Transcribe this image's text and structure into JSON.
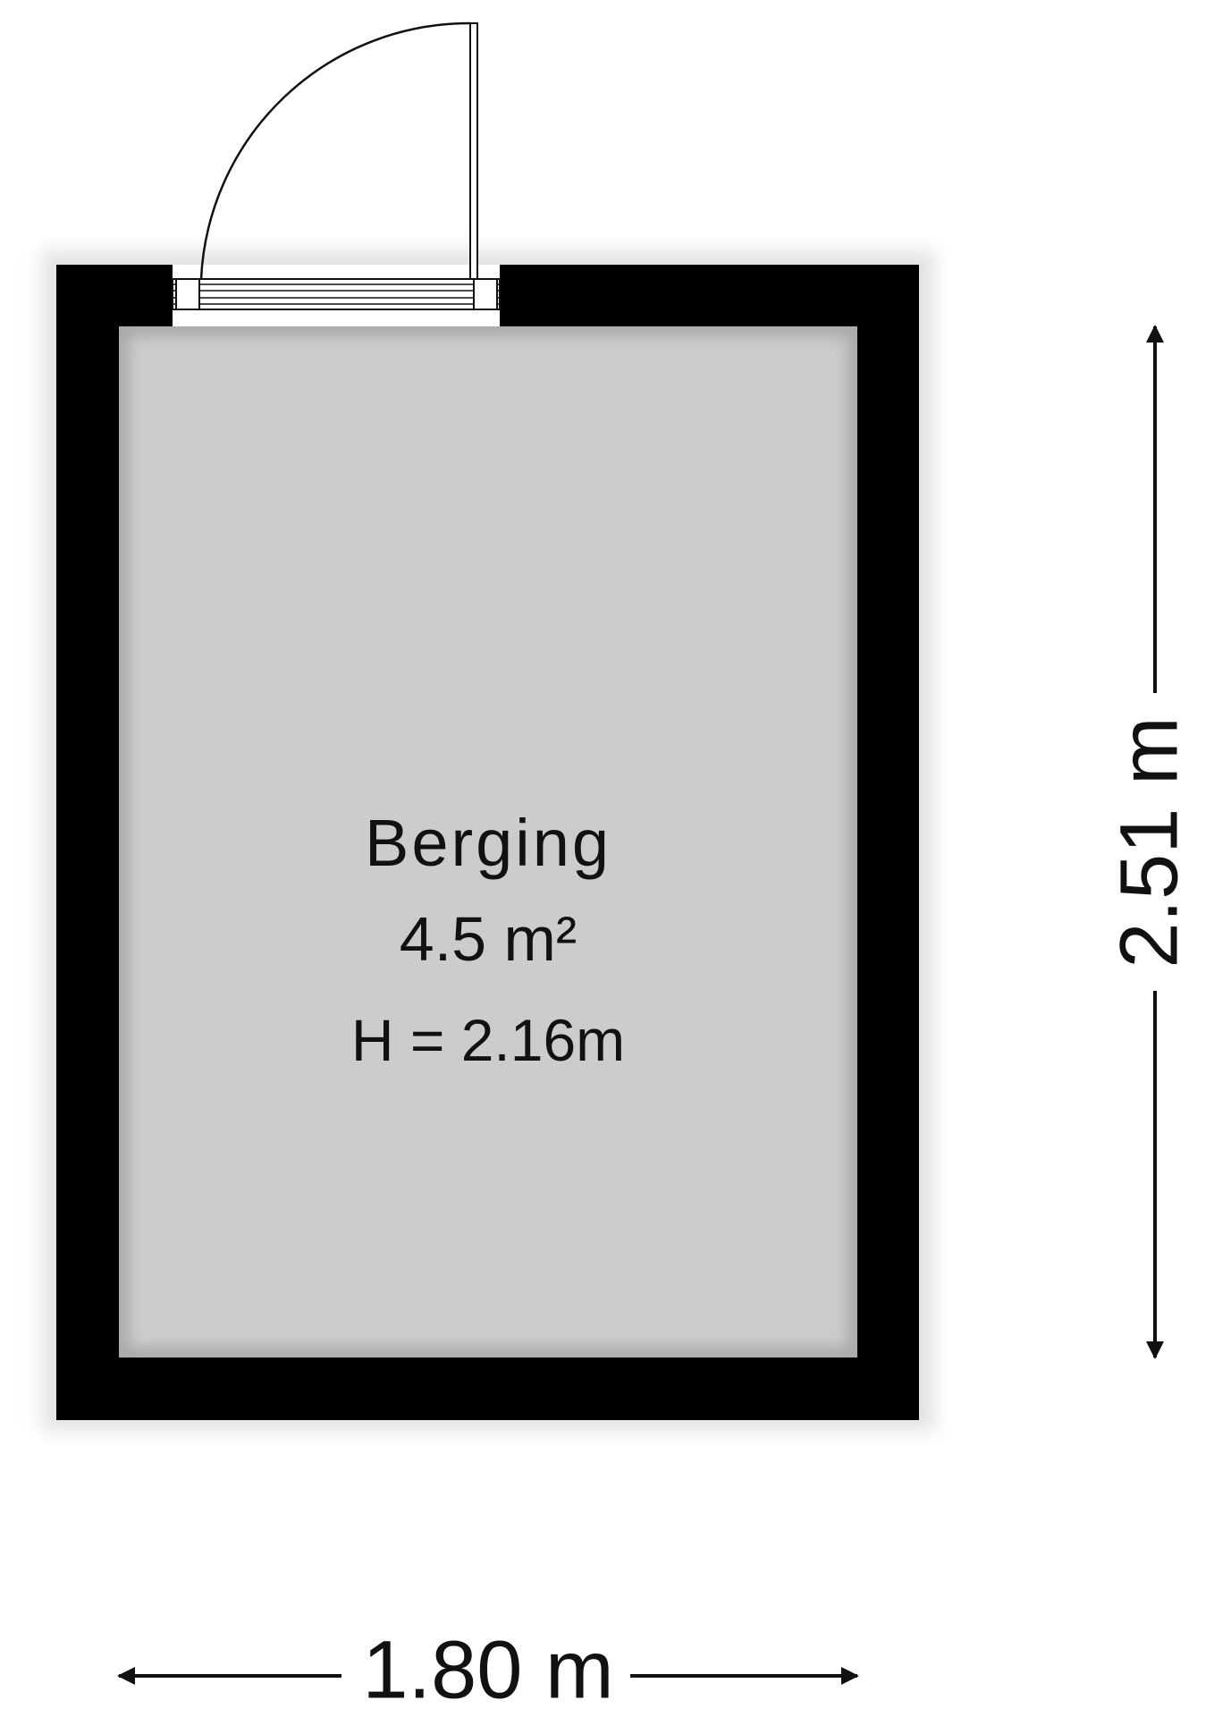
{
  "room": {
    "name": "Berging",
    "area": "4.5 m²",
    "height": "H = 2.16m"
  },
  "dimensions": {
    "width": "1.80 m",
    "depth": "2.51 m"
  },
  "colors": {
    "wall": "#000000",
    "floor": "#cccccc",
    "line": "#111111",
    "background": "#ffffff"
  }
}
